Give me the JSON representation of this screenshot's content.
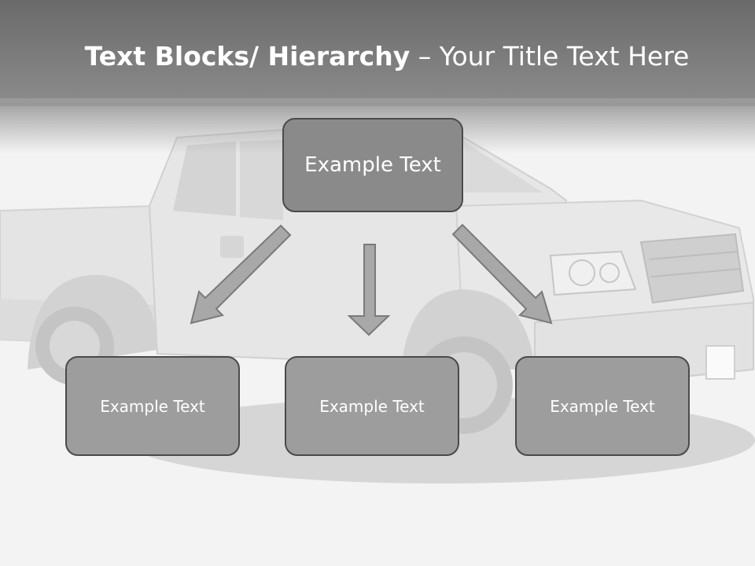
{
  "title": {
    "bold": "Text Blocks/ Hierarchy",
    "dash": " – ",
    "rest": "Your Title Text Here"
  },
  "hierarchy": {
    "top": {
      "label": "Example Text"
    },
    "children": [
      {
        "label": "Example Text"
      },
      {
        "label": "Example Text"
      },
      {
        "label": "Example Text"
      }
    ]
  },
  "colors": {
    "header": "#6a6a6a",
    "box_top": "#8a8a8a",
    "box_child": "#9d9d9d",
    "box_border": "#4a4a4a",
    "arrow": "#a8a8a8",
    "text": "#ffffff"
  },
  "background_image": "pickup-truck-grayscale"
}
